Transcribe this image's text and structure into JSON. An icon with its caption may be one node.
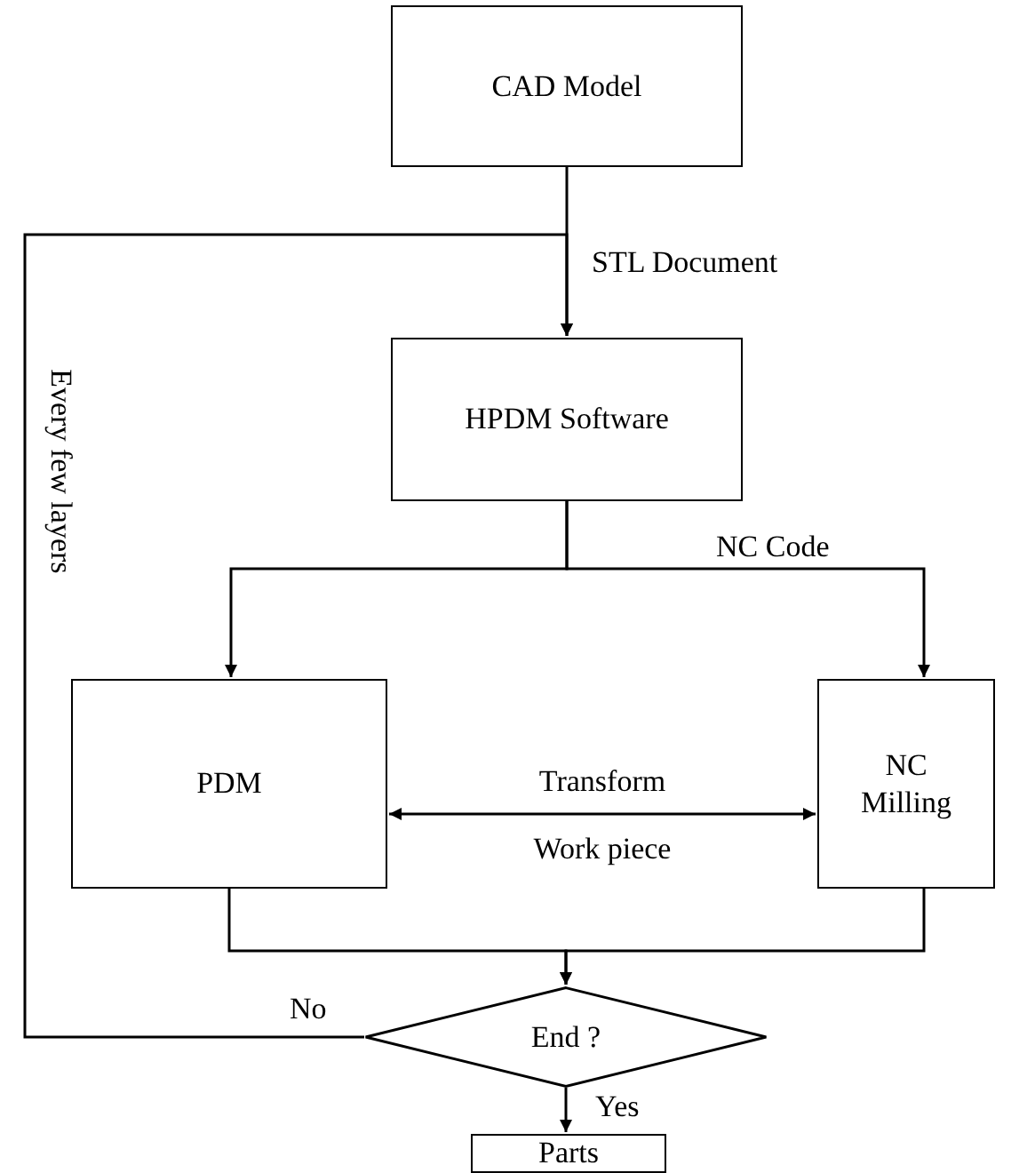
{
  "diagram": {
    "nodes": [
      {
        "text": [
          "CAD Model"
        ]
      },
      {
        "text": [
          "HPDM Software"
        ]
      },
      {
        "text": [
          "PDM"
        ]
      },
      {
        "text": [
          "NC Milling"
        ]
      },
      {
        "text": [
          "End ?"
        ]
      },
      {
        "text": [
          "Parts"
        ]
      }
    ],
    "edges": [
      {
        "from": 0,
        "to": 1,
        "arrow": "to",
        "label": "STL Document"
      },
      {
        "from": 1,
        "to": 2,
        "arrow": "to"
      },
      {
        "from": 1,
        "to": 3,
        "arrow": "to",
        "label": "NC Code"
      },
      {
        "from": 2,
        "to": 3,
        "arrow": "both",
        "label": "Transform"
      },
      {
        "from": 2,
        "to": 4,
        "arrow": "to"
      },
      {
        "from": 3,
        "to": 4,
        "arrow": "to"
      },
      {
        "from": 4,
        "to": 1,
        "arrow": "to",
        "label": "No"
      },
      {
        "from": 4,
        "to": 5,
        "arrow": "to",
        "label": "Yes"
      }
    ],
    "labels": [
      "Every few layers",
      "Work piece"
    ]
  }
}
